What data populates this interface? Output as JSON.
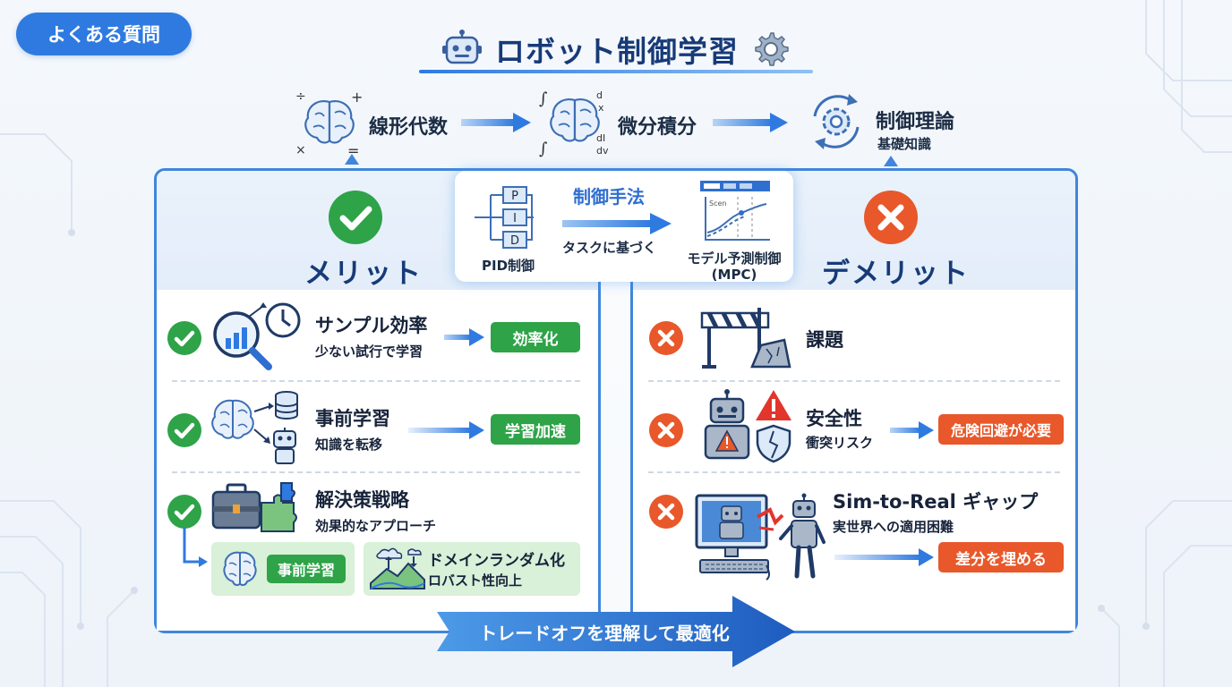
{
  "badge": "よくある質問",
  "title": "ロボット制御学習",
  "prereq": {
    "linear_algebra": "線形代数",
    "calculus": "微分積分",
    "control_theory": "制御理論",
    "control_theory_sub": "基礎知識"
  },
  "method": {
    "title": "制御手法",
    "pid_label": "PID制御",
    "pid_letters": [
      "P",
      "I",
      "D"
    ],
    "middle_label": "タスクに基づく",
    "mpc_label": "モデル予測制御",
    "mpc_abbr": "(MPC)",
    "mpc_graph_text": "Scen"
  },
  "merit": {
    "header": "メリット",
    "items": [
      {
        "title": "サンプル効率",
        "sub": "少ない試行で学習",
        "result": "効率化"
      },
      {
        "title": "事前学習",
        "sub": "知識を転移",
        "result": "学習加速"
      },
      {
        "title": "解決策戦略",
        "sub": "効果的なアプローチ"
      }
    ],
    "sub_boxes": {
      "pretrain": "事前学習",
      "domain_title": "ドメインランダム化",
      "domain_sub": "ロバスト性向上"
    }
  },
  "demerit": {
    "header": "デメリット",
    "items": [
      {
        "title": "課題",
        "sub": ""
      },
      {
        "title": "安全性",
        "sub": "衝突リスク",
        "result": "危険回避が必要"
      },
      {
        "title": "Sim-to-Real ギャップ",
        "sub": "実世界への適用困難",
        "result": "差分を埋める"
      }
    ]
  },
  "footer_arrow": "トレードオフを理解して最適化",
  "colors": {
    "primary": "#2f7ae0",
    "navy": "#173a78",
    "green": "#2ea348",
    "orange": "#e8582a"
  },
  "icons": [
    "robot-icon",
    "gear-icon",
    "brain-icon",
    "check-icon",
    "cross-icon",
    "magnifier-chart-icon",
    "clock-icon",
    "database-icon",
    "toolbox-icon",
    "puzzle-icon",
    "barrier-icon",
    "warning-icon",
    "shield-icon",
    "computer-icon"
  ]
}
